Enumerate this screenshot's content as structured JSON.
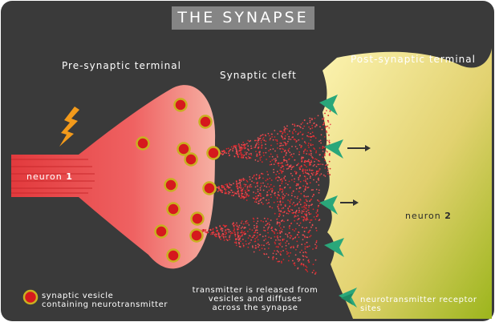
{
  "title": "THE SYNAPSE",
  "labels": {
    "pre": "Pre-synaptic terminal",
    "cleft": "Synaptic cleft",
    "post": "Post-synaptic terminal"
  },
  "neuron1": {
    "text": "neuron",
    "num": "1"
  },
  "neuron2": {
    "text": "neuron",
    "num": "2"
  },
  "legend": {
    "vesicle_line1": "synaptic vesicle",
    "vesicle_line2": "containing neurotransmitter",
    "release_line1": "transmitter is released from",
    "release_line2": "vesicles and diffuses",
    "release_line3": "across the synapse",
    "receptor_line1": "neurotransmitter receptor",
    "receptor_line2": "sites"
  },
  "colors": {
    "background": "#3a3a3a",
    "title_box": "#858585",
    "vesicle_fill": "#d6191d",
    "vesicle_ring": "#c9b020",
    "receptor": "#2aa77a",
    "spark": "#f39a1b"
  },
  "icons": [
    "lightning-icon",
    "vesicle-icon",
    "receptor-icon",
    "arrow-icon"
  ]
}
